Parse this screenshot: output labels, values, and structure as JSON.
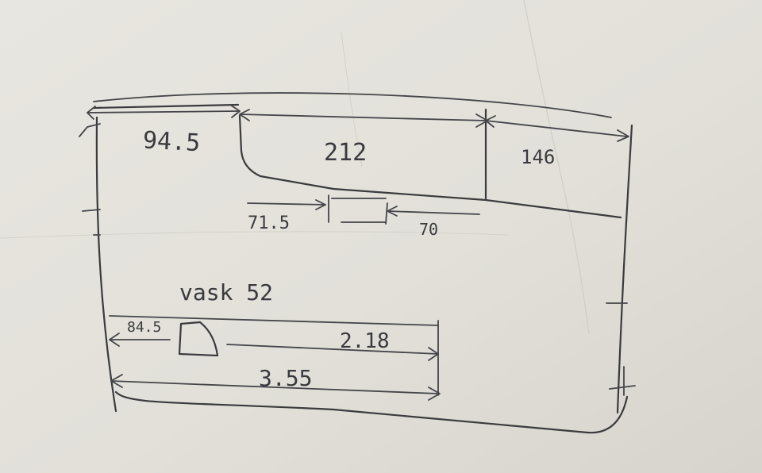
{
  "colors": {
    "paper": "#e6e4de",
    "ink": "#3b3b3e"
  },
  "dimensions": {
    "top_left_width": "94.5",
    "top_middle_width": "212",
    "top_right_width": "146",
    "left_offset": "71.5",
    "right_offset": "70",
    "sink_label": "vask 52",
    "sink_left_offset": "84.5",
    "sink_right_run": "2.18",
    "bottom_total": "3.55"
  }
}
